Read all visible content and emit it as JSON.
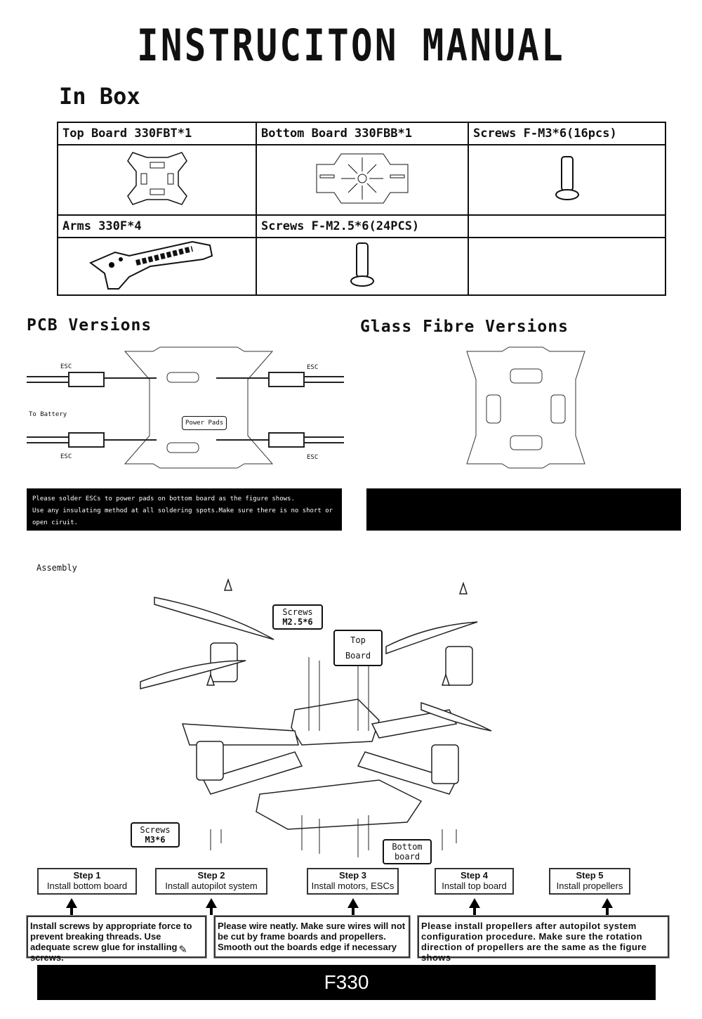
{
  "title": "INSTRUCITON MANUAL",
  "in_box": {
    "heading": "In Box",
    "items": [
      "Top Board  330FBT*1",
      "Bottom Board 330FBB*1",
      "Screws F-M3*6(16pcs)",
      "Arms 330F*4",
      "Screws F-M2.5*6(24PCS)"
    ]
  },
  "pcb": {
    "heading": "PCB Versions",
    "esc": "ESC",
    "battery": "To Battery",
    "power_pads": "Power Pads",
    "note_lines": [
      "Please solder ESCs to power pads on bottom board as the figure shows.",
      "Use any insulating method at all soldering spots.Make sure there is no short or open ciruit."
    ]
  },
  "glass": {
    "heading": "Glass Fibre Versions"
  },
  "assembly": {
    "label": "Assembly",
    "screws_top_1": "Screws",
    "screws_top_2": "M2.5*6",
    "top_board": "Top Board",
    "screws_bottom_1": "Screws",
    "screws_bottom_2": "M3*6",
    "bottom_board_1": "Bottom",
    "bottom_board_2": "board"
  },
  "steps": [
    {
      "n": "Step 1",
      "t": "Install bottom board"
    },
    {
      "n": "Step 2",
      "t": "Install autopilot system"
    },
    {
      "n": "Step 3",
      "t": "Install motors, ESCs"
    },
    {
      "n": "Step 4",
      "t": "Install top board"
    },
    {
      "n": "Step 5",
      "t": "Install propellers"
    }
  ],
  "notes": [
    "Install screws by appropriate force to prevent breaking threads. Use adequate screw glue for installing screws.",
    "Please wire neatly. Make sure wires will not be cut by frame boards and propellers. Smooth out the boards edge if necessary",
    "Please install propellers after autopilot system configuration procedure. Make sure the rotation direction of propellers are the same as the figure shows"
  ],
  "footer": "F330"
}
